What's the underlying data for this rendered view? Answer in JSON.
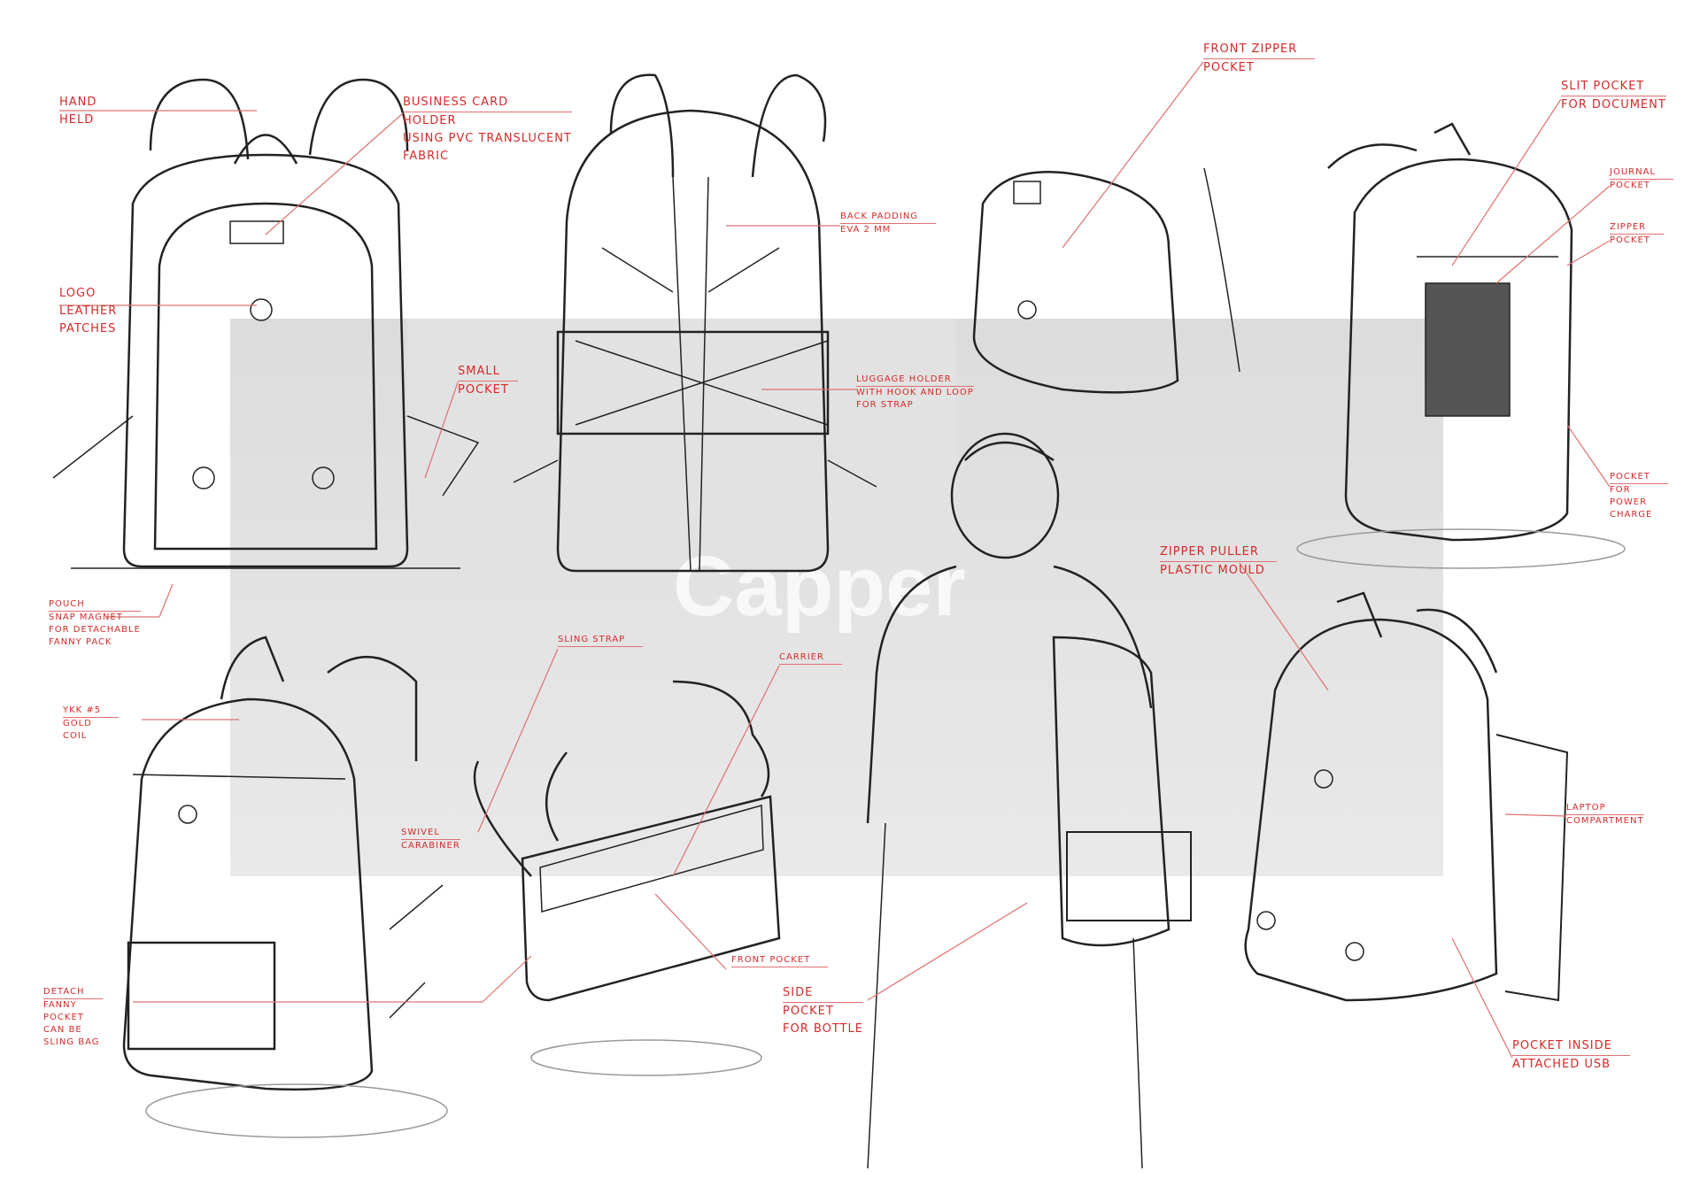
{
  "watermark": "Capper",
  "labels": {
    "hand_held": [
      "HAND",
      "HELD"
    ],
    "business_card": [
      "BUSINESS CARD",
      "HOLDER",
      "USING PVC TRANSLUCENT",
      "FABRIC"
    ],
    "logo": [
      "LOGO",
      "LEATHER",
      "PATCHES"
    ],
    "small_pocket": [
      "SMALL",
      "POCKET"
    ],
    "back_padding": [
      "BACK PADDING",
      "EVA 2 MM"
    ],
    "luggage_holder": [
      "LUGGAGE HOLDER",
      "WITH HOOK AND LOOP",
      "FOR STRAP"
    ],
    "front_zipper": [
      "FRONT ZIPPER",
      "POCKET"
    ],
    "slit_pocket": [
      "SLIT POCKET",
      "FOR DOCUMENT"
    ],
    "journal_pocket": [
      "JOURNAL",
      "POCKET"
    ],
    "zipper_pocket": [
      "ZIPPER",
      "POCKET"
    ],
    "power_pocket": [
      "POCKET",
      "FOR",
      "POWER",
      "CHARGE"
    ],
    "zipper_puller": [
      "ZIPPER PULLER",
      "PLASTIC MOULD"
    ],
    "pouch": [
      "POUCH",
      "SNAP MAGNET",
      "FOR DETACHABLE",
      "FANNY PACK"
    ],
    "ykk": [
      "YKK #5",
      "GOLD",
      "COIL"
    ],
    "sling_strap": [
      "SLING STRAP"
    ],
    "carrier": [
      "CARRIER"
    ],
    "swivel": [
      "SWIVEL",
      "CARABINER"
    ],
    "front_pocket": [
      "FRONT POCKET"
    ],
    "detach": [
      "DETACH",
      "FANNY",
      "POCKET",
      "CAN BE",
      "SLING BAG"
    ],
    "side_pocket": [
      "SIDE",
      "POCKET",
      "FOR BOTTLE"
    ],
    "laptop": [
      "LAPTOP",
      "COMPARTMENT"
    ],
    "pocket_inside": [
      "POCKET INSIDE",
      "ATTACHED USB"
    ]
  },
  "colors": {
    "annotation": "#d42a2a",
    "sketch": "#222222",
    "band": "#dcdcdc"
  }
}
